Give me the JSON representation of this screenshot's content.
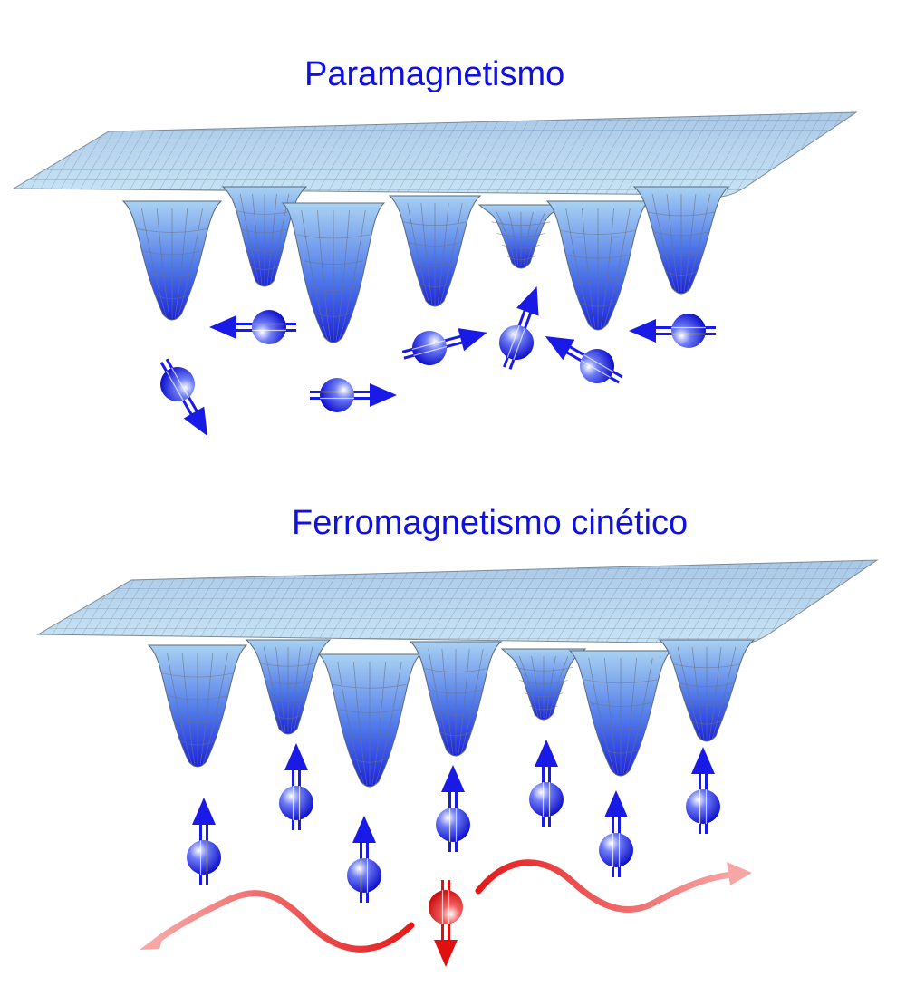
{
  "panels": [
    {
      "id": "paramagnetism",
      "title": "Paramagnetismo",
      "wells": 7,
      "spins": [
        {
          "site": 1,
          "orientation_deg": 150,
          "color": "blue"
        },
        {
          "site": 2,
          "orientation_deg": 270,
          "color": "blue"
        },
        {
          "site": 3,
          "orientation_deg": 90,
          "color": "blue"
        },
        {
          "site": 4,
          "orientation_deg": 75,
          "color": "blue"
        },
        {
          "site": 5,
          "orientation_deg": 20,
          "color": "blue"
        },
        {
          "site": 6,
          "orientation_deg": 300,
          "color": "blue"
        },
        {
          "site": 7,
          "orientation_deg": 270,
          "color": "blue"
        }
      ]
    },
    {
      "id": "kinetic-ferromagnetism",
      "title": "Ferromagnetismo cinético",
      "wells": 7,
      "spins": [
        {
          "site": 1,
          "orientation_deg": 0,
          "color": "blue"
        },
        {
          "site": 2,
          "orientation_deg": 0,
          "color": "blue"
        },
        {
          "site": 3,
          "orientation_deg": 0,
          "color": "blue"
        },
        {
          "site": 4,
          "orientation_deg": 0,
          "color": "blue"
        },
        {
          "site": 5,
          "orientation_deg": 0,
          "color": "blue"
        },
        {
          "site": 6,
          "orientation_deg": 0,
          "color": "blue"
        },
        {
          "site": 7,
          "orientation_deg": 0,
          "color": "blue"
        }
      ],
      "mobile_particle": {
        "orientation_deg": 180,
        "color": "red",
        "motion": "delocalized, wave moving left and right"
      }
    }
  ],
  "colors": {
    "title": "#1010e0",
    "spin_blue": "#1a1ae6",
    "lattice_light": "#bfe0f5",
    "lattice_deep": "#1a22e0",
    "grid_line": "#6a7480",
    "hole_red": "#e01010",
    "wave_red": "#f03030"
  }
}
